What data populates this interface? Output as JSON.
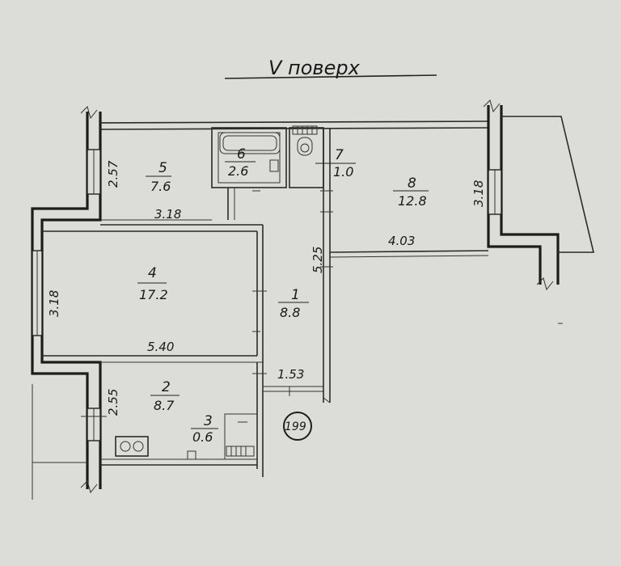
{
  "title": "V поверх",
  "rooms": [
    {
      "number": "1",
      "area": "8.8"
    },
    {
      "number": "2",
      "area": "8.7"
    },
    {
      "number": "3",
      "area": "0.6"
    },
    {
      "number": "4",
      "area": "17.2"
    },
    {
      "number": "5",
      "area": "7.6"
    },
    {
      "number": "6",
      "area": "2.6"
    },
    {
      "number": "7",
      "area": "1.0"
    },
    {
      "number": "8",
      "area": "12.8"
    }
  ],
  "dimensions": [
    "2.57",
    "3.18",
    "3.18",
    "5.40",
    "2.55",
    "5.25",
    "1.53",
    "4.03",
    "3.18"
  ],
  "apartment_number": "199"
}
